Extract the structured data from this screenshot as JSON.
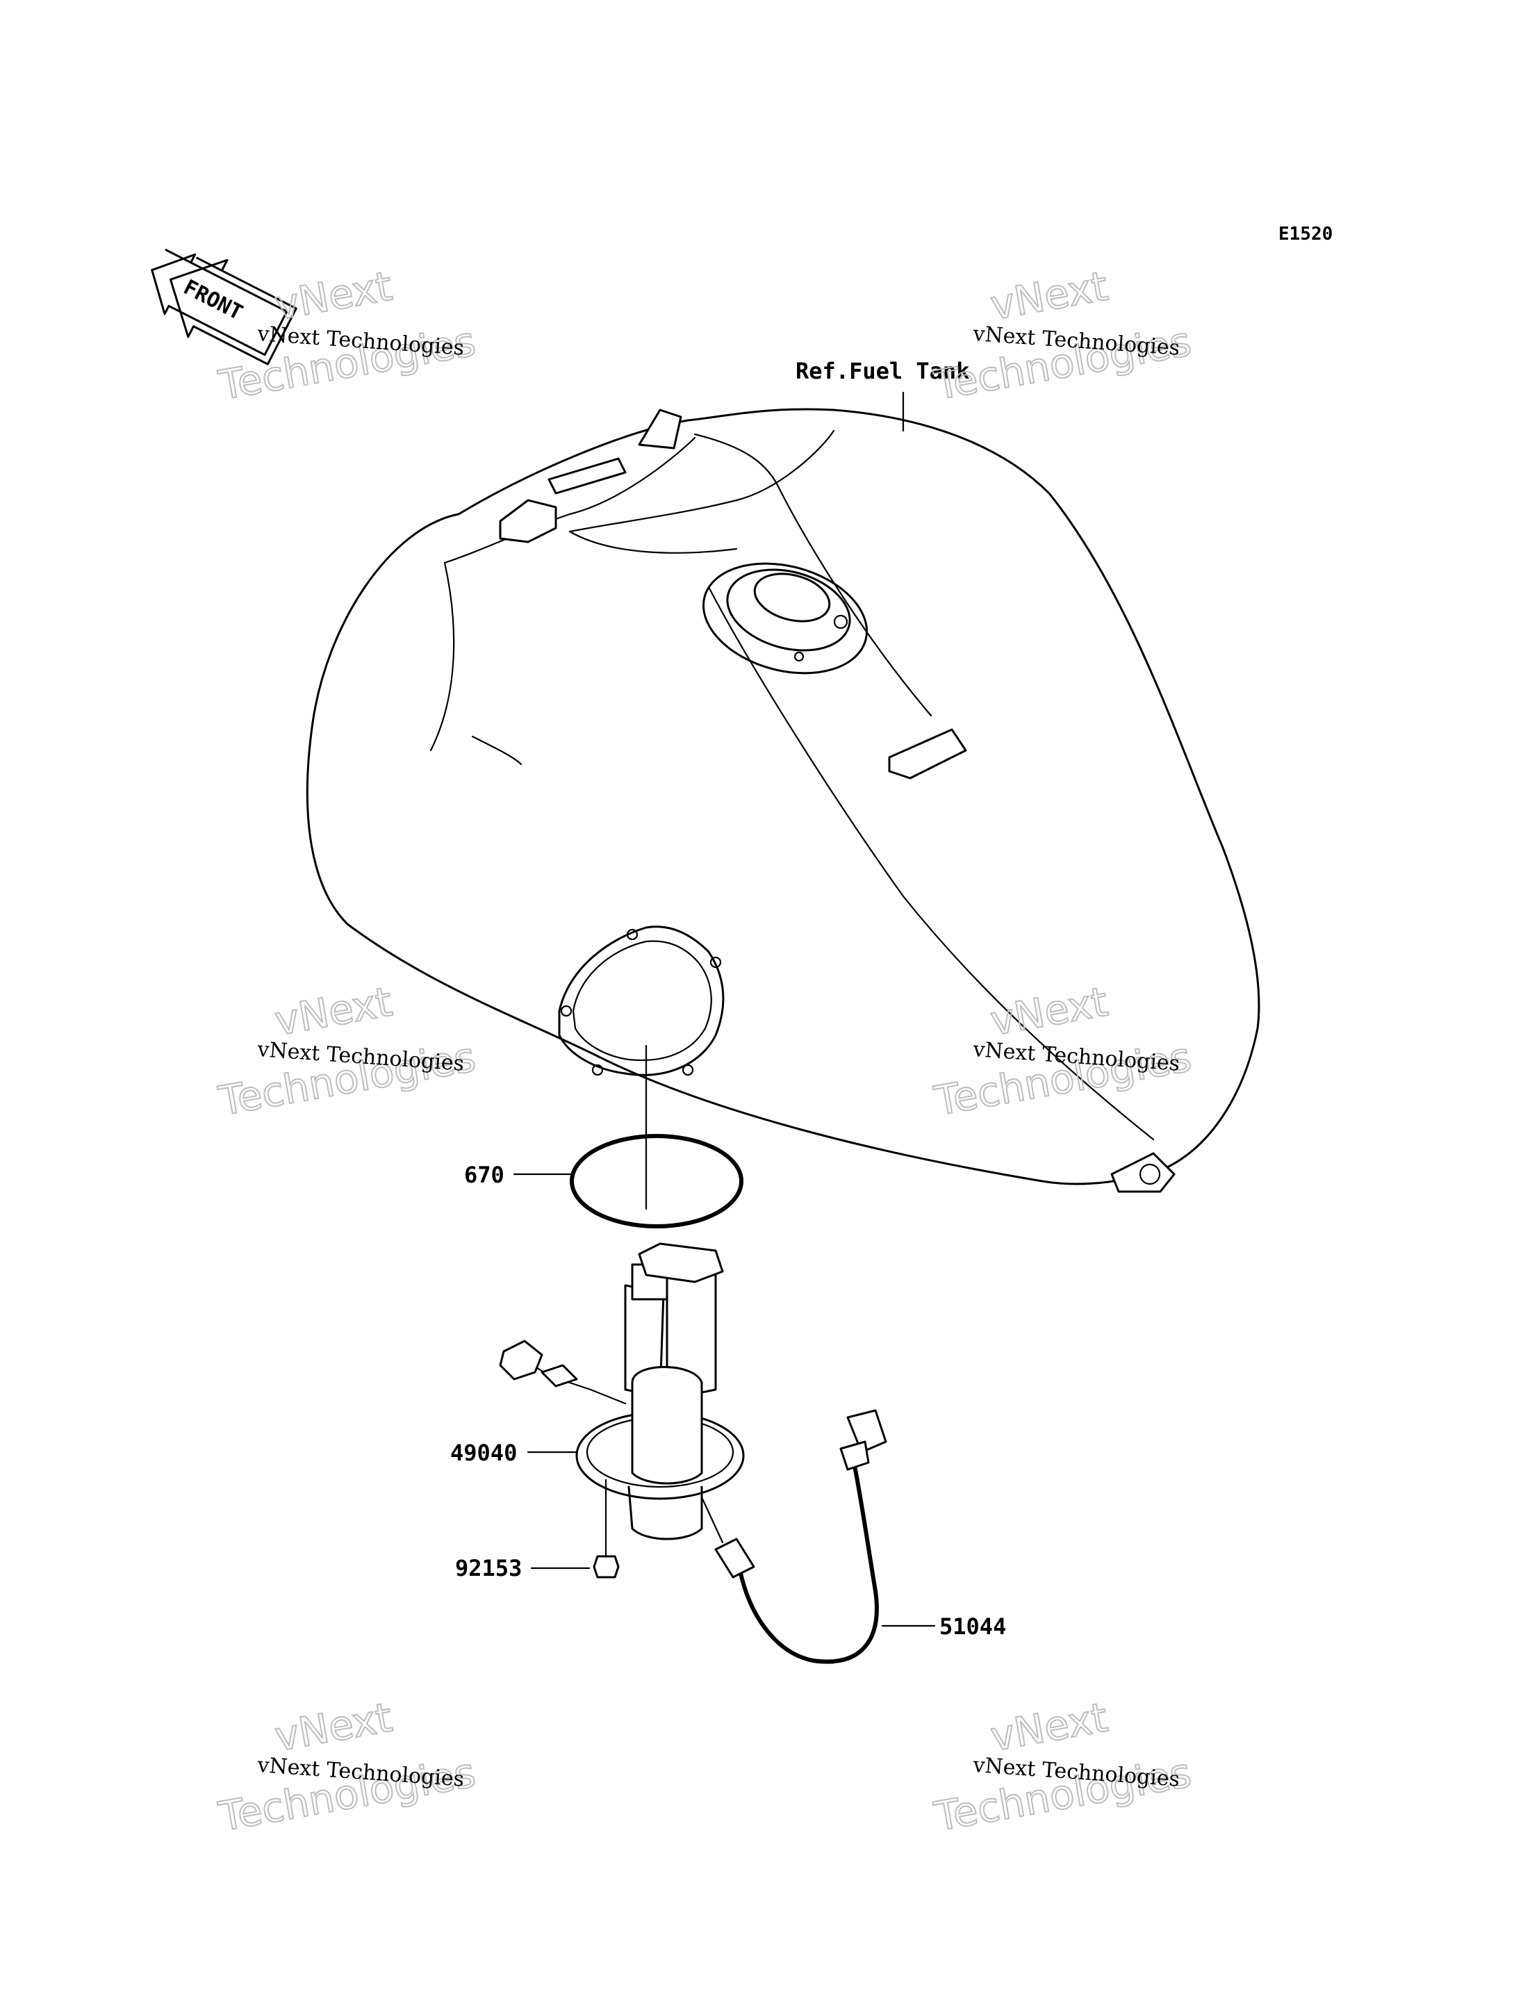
{
  "diagram_code": "E1520",
  "front_indicator": "FRONT",
  "reference_label": "Ref.Fuel Tank",
  "parts": [
    {
      "number": "670"
    },
    {
      "number": "49040"
    },
    {
      "number": "92153"
    },
    {
      "number": "51044"
    }
  ],
  "watermark": {
    "line": "vNext Technologies",
    "stamp_top": "vNext",
    "stamp_bottom": "Technologies"
  }
}
